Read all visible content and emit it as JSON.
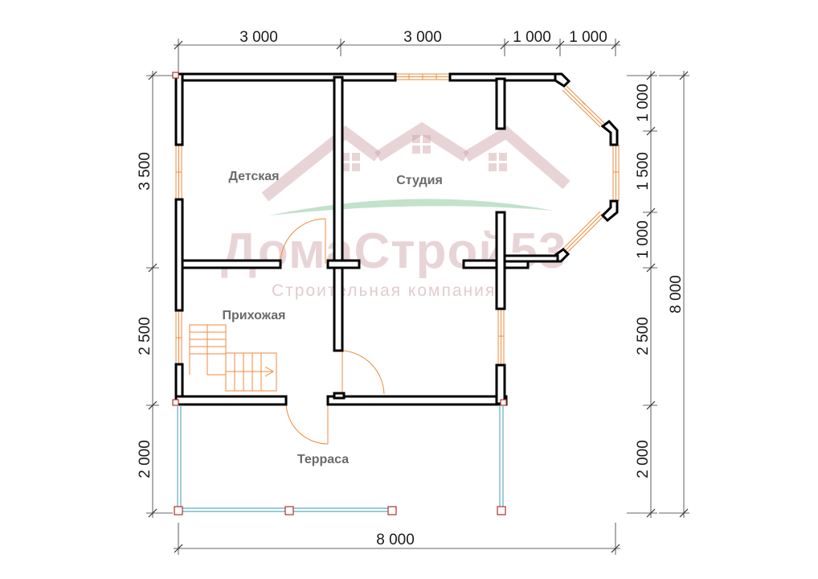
{
  "watermark": {
    "brand": "ДомаСтрой53",
    "tagline": "Строительная компания"
  },
  "rooms": {
    "kids": "Детская",
    "studio": "Студия",
    "hall": "Прихожая",
    "terrace": "Терраса"
  },
  "dimensions": {
    "top": [
      "3 000",
      "3 000",
      "1 000",
      "1 000"
    ],
    "left": [
      "3 500",
      "2 500",
      "2 000"
    ],
    "right": [
      "1 000",
      "1 500",
      "1 000",
      "2 500",
      "2 000"
    ],
    "right_total": "8 000",
    "bottom_total": "8 000"
  },
  "colors": {
    "wall": "#000000",
    "opening": "#f08a3c",
    "railing": "#7ab8c8",
    "post": "#b03030",
    "watermark": "#d9a9ae"
  }
}
